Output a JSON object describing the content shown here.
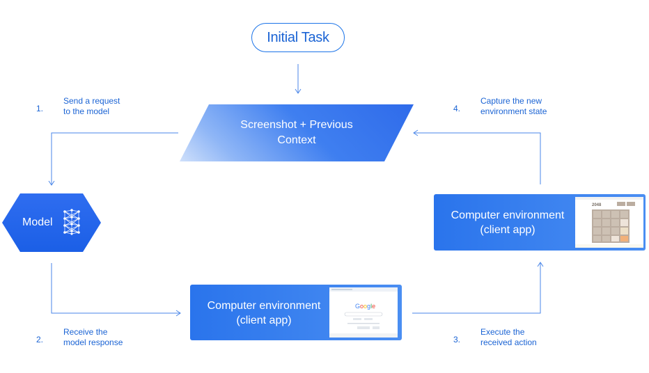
{
  "diagram": {
    "initial_task": "Initial Task",
    "context_box": {
      "line1": "Screenshot + Previous",
      "line2": "Context"
    },
    "model": {
      "label": "Model",
      "icon": "neural-network-icon"
    },
    "env_bottom": {
      "line1": "Computer environment",
      "line2": "(client app)",
      "thumbnail": "google-search-screenshot"
    },
    "env_right": {
      "line1": "Computer environment",
      "line2": "(client app)",
      "thumbnail": "2048-game-screenshot"
    },
    "steps": [
      {
        "num": "1.",
        "line1": "Send a request",
        "line2": "to the model"
      },
      {
        "num": "2.",
        "line1": "Receive the",
        "line2": "model response"
      },
      {
        "num": "3.",
        "line1": "Execute the",
        "line2": "received action"
      },
      {
        "num": "4.",
        "line1": "Capture the new",
        "line2": "environment state"
      }
    ]
  },
  "colors": {
    "accent": "#1a73e8",
    "box_blue": "#2f6bea",
    "line_blue": "#4a86e8"
  }
}
